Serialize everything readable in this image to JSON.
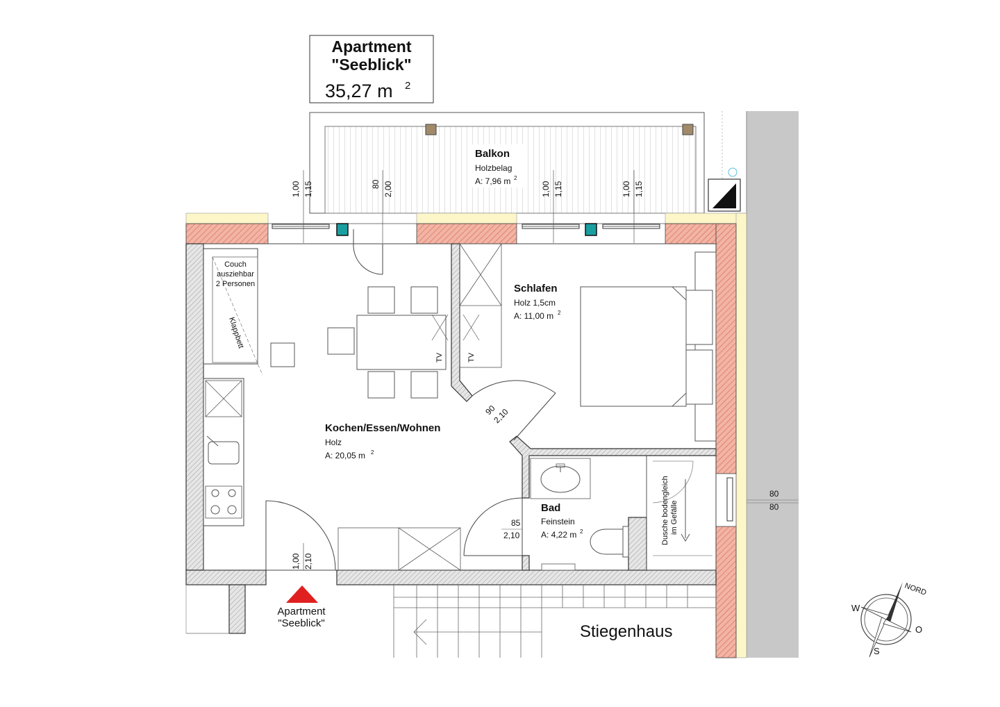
{
  "title_box": {
    "line1": "Apartment",
    "line2": "\"Seeblick\"",
    "area": "35,27 m",
    "area_sup": "2"
  },
  "rooms": {
    "balkon": {
      "name": "Balkon",
      "floor": "Holzbelag",
      "area": "A: 7,96 m",
      "sup": "2"
    },
    "schlafen": {
      "name": "Schlafen",
      "floor": "Holz 1,5cm",
      "area": "A: 11,00 m",
      "sup": "2"
    },
    "wohnen": {
      "name": "Kochen/Essen/Wohnen",
      "floor": "Holz",
      "area": "A: 20,05 m",
      "sup": "2"
    },
    "bad": {
      "name": "Bad",
      "floor": "Feinstein",
      "area": "A: 4,22 m",
      "sup": "2"
    }
  },
  "furniture": {
    "couch_1": "Couch",
    "couch_2": "ausziehbar",
    "couch_3": "2 Personen",
    "klappbett": "Klappbett",
    "tv_left": "TV",
    "tv_right": "TV",
    "dusche_1": "Dusche bodengleich",
    "dusche_2": "im Gefälle"
  },
  "dims": {
    "w1_a": "1,00",
    "w1_b": "1,15",
    "d1_a": "80",
    "d1_b": "2,00",
    "w2_a": "1,00",
    "w2_b": "1,15",
    "w3_a": "1,00",
    "w3_b": "1,15",
    "door_sl_a": "90",
    "door_sl_b": "2,10",
    "door_bad_a": "85",
    "door_bad_b": "2,10",
    "door_in_a": "1,00",
    "door_in_b": "2,10",
    "win_e_a": "80",
    "win_e_b": "80"
  },
  "entrance": {
    "line1": "Apartment",
    "line2": "\"Seeblick\""
  },
  "stair_label": "Stiegenhaus",
  "compass": {
    "n": "NORD",
    "w": "W",
    "o": "O",
    "s": "S"
  },
  "colors": {
    "wall_hatch": "#e8a090",
    "wall_yellow": "#fdf6c8",
    "grey_wall": "#c8c8c8",
    "entrance_arrow": "#e02020",
    "fixture_blue": "#1a9fa0"
  }
}
